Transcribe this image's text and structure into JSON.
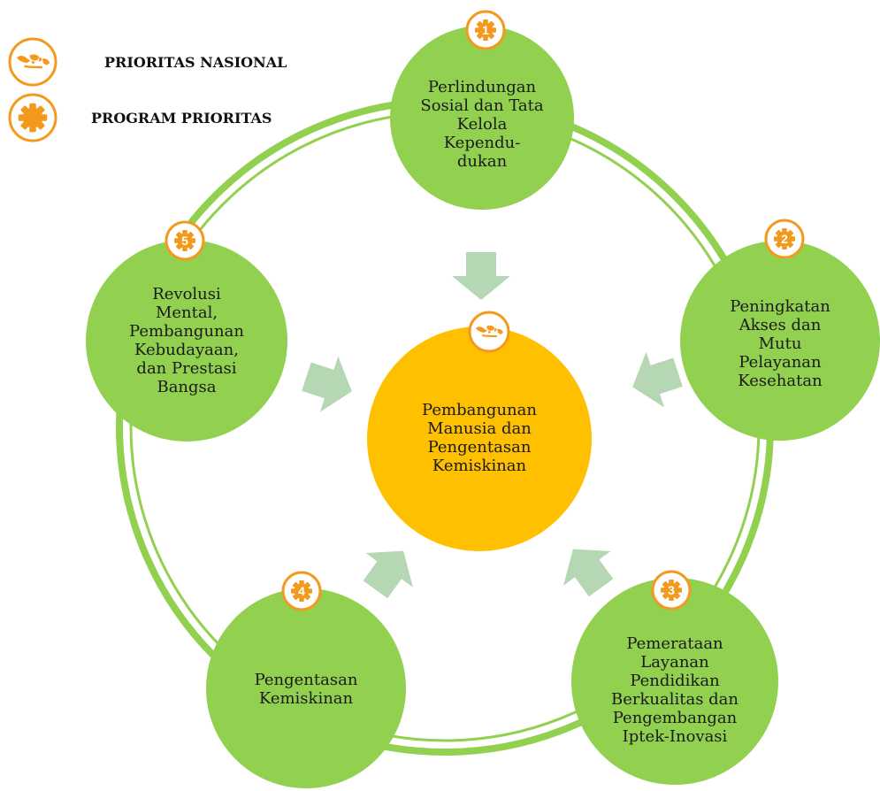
{
  "legend": {
    "national_label": "PRIORITAS NASIONAL",
    "program_label": "PROGRAM PRIORITAS",
    "national_icon": "indonesia-map-icon",
    "program_icon": "gear-icon"
  },
  "center": {
    "label": "Pembangunan\nManusia dan\nPengentasan\nKemiskinan",
    "icon": "indonesia-map-icon"
  },
  "programs": [
    {
      "number": "1",
      "label": "Perlindungan\nSosial dan Tata\nKelola\nKependu-\ndukan"
    },
    {
      "number": "2",
      "label": "Peningkatan\nAkses dan\nMutu\nPelayanan\nKesehatan"
    },
    {
      "number": "3",
      "label": "Pemerataan\nLayanan\nPendidikan\nBerkualitas dan\nPengembangan\nIptek-Inovasi"
    },
    {
      "number": "4",
      "label": "Pengentasan\nKemiskinan"
    },
    {
      "number": "5",
      "label": "Revolusi\nMental,\nPembangunan\nKebudayaan,\ndan Prestasi\nBangsa"
    }
  ],
  "colors": {
    "node_green": "#92d050",
    "center_orange": "#ffc000",
    "ring_green": "#92d050",
    "arrow_green": "#b6d7b4",
    "badge_orange": "#f39a1e"
  }
}
